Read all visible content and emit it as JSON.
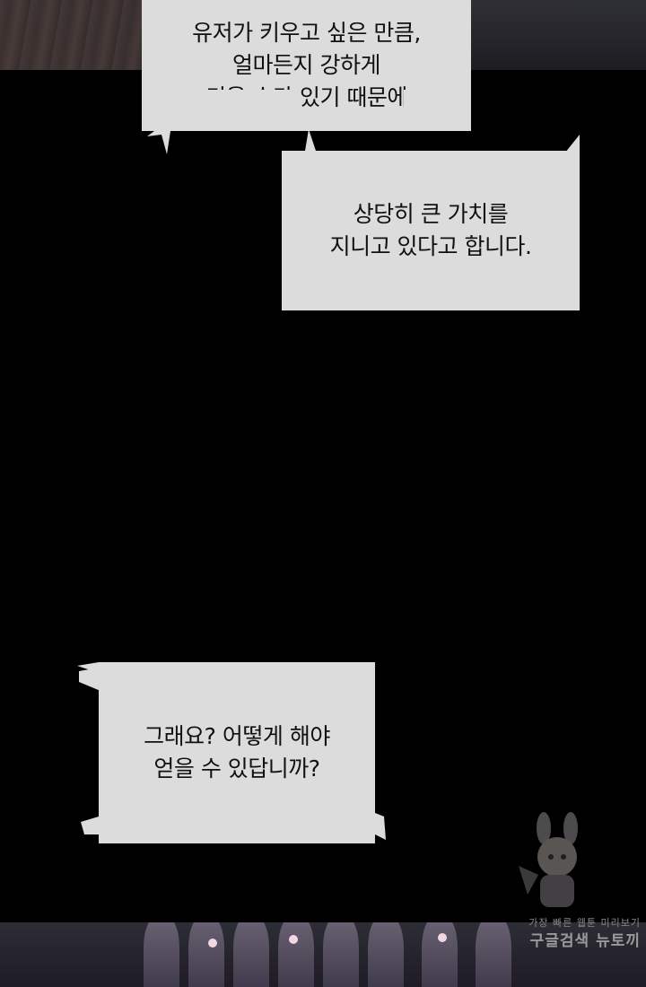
{
  "bubbles": [
    {
      "lines": [
        "유저가 키우고 싶은 만큼,",
        "얼마든지 강하게",
        "키울 수가 있기 때문에"
      ]
    },
    {
      "lines": [
        "상당히 큰 가치를",
        "지니고 있다고 합니다."
      ]
    },
    {
      "lines": [
        "그래요? 어떻게 해야",
        "얻을 수 있답니까?"
      ]
    }
  ],
  "watermark": {
    "small": "가장 빠른 웹툰 미리보기",
    "big": "구글검색 뉴토끼",
    "icon": "rabbit-mascot-icon"
  },
  "colors": {
    "background": "#000000",
    "bubble": "#dcdcdc",
    "text": "#111111"
  }
}
